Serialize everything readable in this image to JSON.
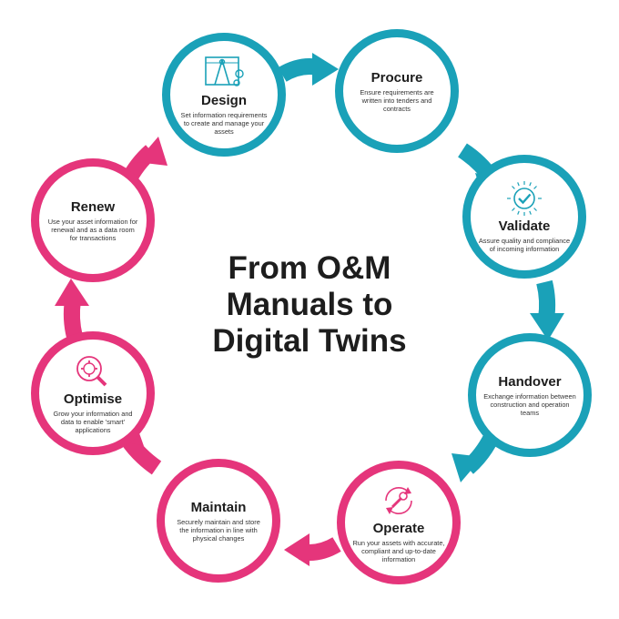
{
  "title_lines": [
    "From O&M",
    "Manuals to",
    "Digital Twins"
  ],
  "colors": {
    "teal": "#1aa1b8",
    "pink": "#e5357b"
  },
  "steps": [
    {
      "title": "Design",
      "description": "Set information requirements to create and manage your assets",
      "color": "teal",
      "icon": "design-tools-icon"
    },
    {
      "title": "Procure",
      "description": "Ensure requirements are written into tenders and contracts",
      "color": "teal"
    },
    {
      "title": "Validate",
      "description": "Assure quality and compliance of incoming information",
      "color": "teal",
      "icon": "badge-check-icon"
    },
    {
      "title": "Handover",
      "description": "Exchange information between construction and operation teams",
      "color": "teal"
    },
    {
      "title": "Operate",
      "description": "Run your assets with accurate, compliant and up-to-date information",
      "color": "pink",
      "icon": "wrench-cycle-icon"
    },
    {
      "title": "Maintain",
      "description": "Securely maintain and store the information in line with physical changes",
      "color": "pink"
    },
    {
      "title": "Optimise",
      "description": "Grow your information and data to enable 'smart' applications",
      "color": "pink",
      "icon": "gear-search-icon"
    },
    {
      "title": "Renew",
      "description": "Use your asset information for renewal and as a data room for transactions",
      "color": "pink"
    }
  ]
}
